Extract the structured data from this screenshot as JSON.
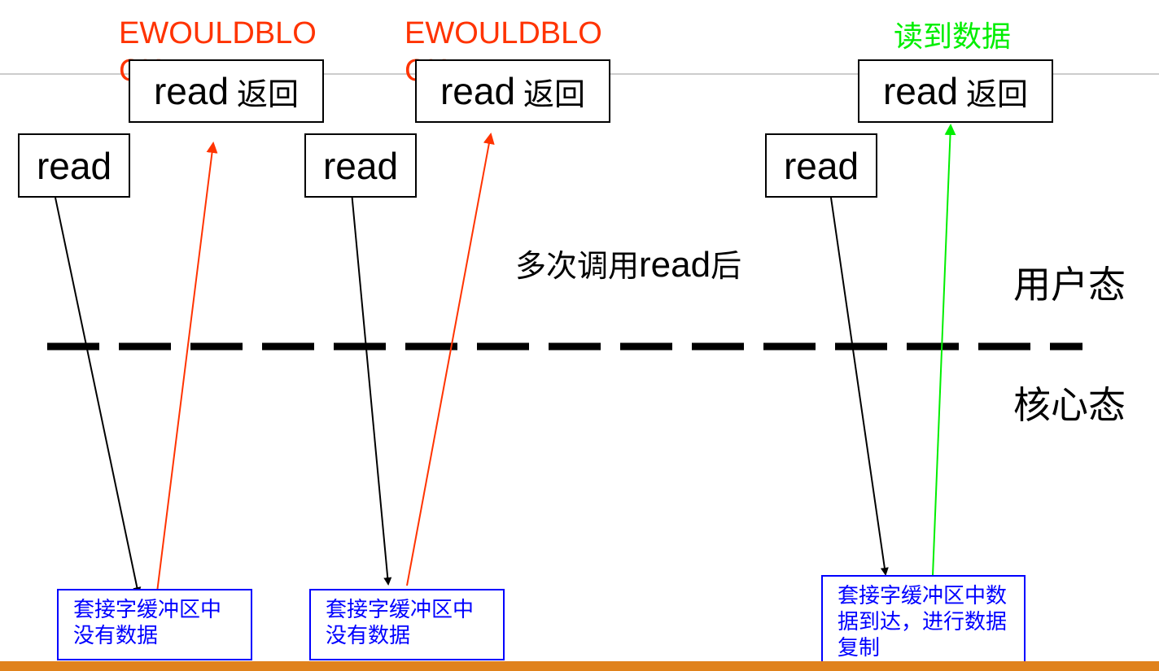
{
  "user_reads": [
    {
      "label": "read"
    },
    {
      "label": "read"
    },
    {
      "label": "read"
    }
  ],
  "returns": [
    {
      "word": "read",
      "cjk": "返回",
      "status": "EWOULDBLOCK"
    },
    {
      "word": "read",
      "cjk": "返回",
      "status": "EWOULDBLOCK"
    },
    {
      "word": "read",
      "cjk": "返回",
      "status": "读到数据"
    }
  ],
  "kernel_boxes": [
    {
      "text": "套接字缓冲区中没有数据"
    },
    {
      "text": "套接字缓冲区中没有数据"
    },
    {
      "text": "套接字缓冲区中数据到达，进行数据复制"
    }
  ],
  "middle_note": {
    "prefix": "多次调用",
    "word": "read",
    "suffix": "后"
  },
  "zones": {
    "user": "用户态",
    "kernel": "核心态"
  },
  "colors": {
    "call_arrow": "#000000",
    "fail_arrow": "#ff3300",
    "success_arrow": "#00ee00",
    "kernel_box": "#0000ff",
    "bottom_bar": "#e0821c"
  }
}
